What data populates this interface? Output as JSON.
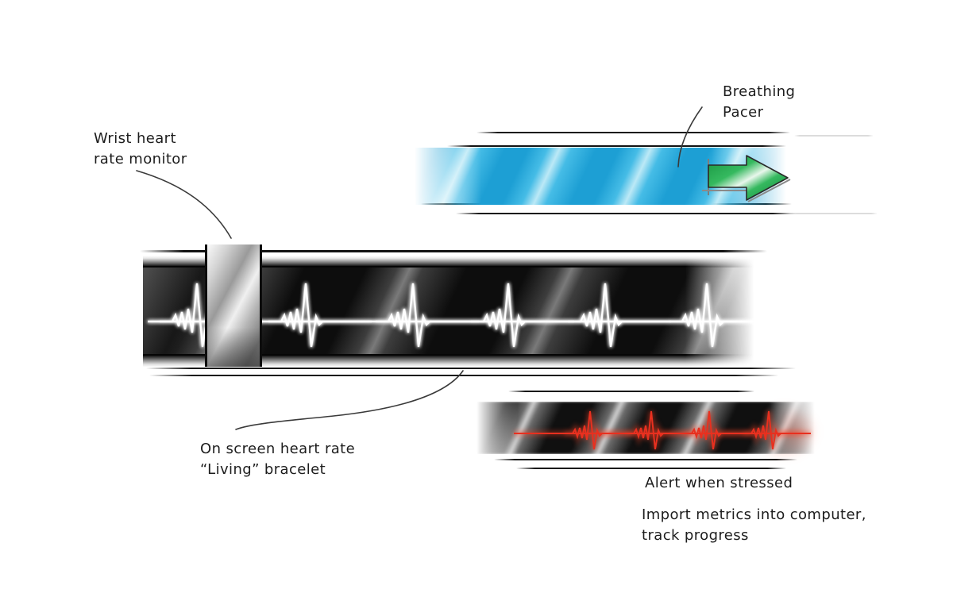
{
  "annotations": {
    "wrist_monitor": {
      "line1": "Wrist heart",
      "line2": "rate monitor"
    },
    "breathing_pacer": {
      "line1": "Breathing",
      "line2": "Pacer"
    },
    "on_screen_bracelet": {
      "line1": "On screen heart rate",
      "line2": "“Living” bracelet"
    },
    "alert_stressed": {
      "line1": "Alert when stressed"
    },
    "import_metrics": {
      "line1": "Import metrics into computer,",
      "line2": "track progress"
    }
  },
  "icons": {
    "breathing_pacer_arrow": "right-arrow-icon"
  },
  "colors": {
    "ink": "#1d1d1d",
    "pacer_blue": "#2aaede",
    "pacer_blue_light": "#bce9f6",
    "arrow_green": "#23a84b",
    "band_dark": "#0d0d0d",
    "band_chrome": "#d9d9d9",
    "clasp_silver": "#c9c9c9",
    "ecg_white": "#ffffff",
    "ecg_red": "#e8301f"
  }
}
